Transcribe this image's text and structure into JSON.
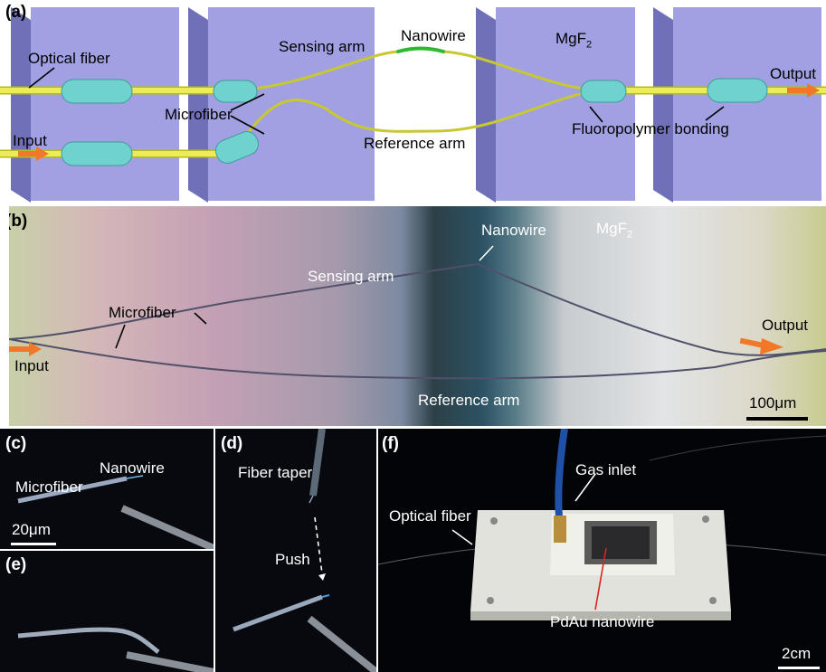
{
  "panels": {
    "a": {
      "label": "(a)",
      "annotations": {
        "optical_fiber": "Optical fiber",
        "sensing_arm": "Sensing arm",
        "nanowire": "Nanowire",
        "mgf2_main": "MgF",
        "mgf2_sub": "2",
        "output": "Output",
        "microfiber": "Microfiber",
        "input": "Input",
        "reference_arm": "Reference arm",
        "fluoropolymer_bonding": "Fluoropolymer bonding"
      }
    },
    "b": {
      "label": "(b)",
      "annotations": {
        "nanowire": "Nanowire",
        "mgf2_main": "MgF",
        "mgf2_sub": "2",
        "sensing_arm": "Sensing arm",
        "microfiber": "Microfiber",
        "output": "Output",
        "input": "Input",
        "reference_arm": "Reference arm",
        "scale_bar": "100μm"
      }
    },
    "c": {
      "label": "(c)",
      "annotations": {
        "nanowire": "Nanowire",
        "microfiber": "Microfiber",
        "scale_bar": "20μm"
      }
    },
    "d": {
      "label": "(d)",
      "annotations": {
        "fiber_taper": "Fiber taper",
        "push": "Push"
      }
    },
    "e": {
      "label": "(e)"
    },
    "f": {
      "label": "(f)",
      "annotations": {
        "gas_inlet": "Gas inlet",
        "optical_fiber": "Optical fiber",
        "pdau_nanowire": "PdAu nanowire",
        "scale_bar": "2cm"
      }
    }
  },
  "colors": {
    "substrate": "#9f9fe0",
    "fiber": "#e6e64a",
    "bonding": "#73d6d0",
    "nanowire": "#3cc23c",
    "arrow": "#f07828",
    "pdau_pointer": "#e02020"
  }
}
